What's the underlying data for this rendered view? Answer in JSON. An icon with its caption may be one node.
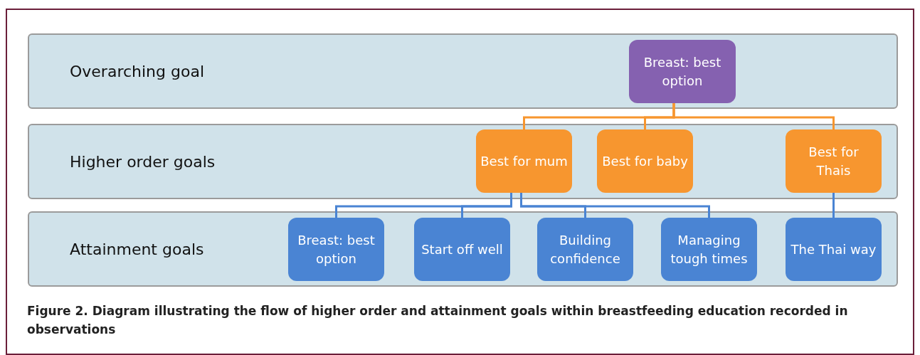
{
  "diagram": {
    "caption": "Figure 2. Diagram illustrating the flow of higher order and attainment goals within breastfeeding education recorded in observations",
    "nodes": [
      {
        "text": [
          "Overarching goal"
        ]
      },
      {
        "text": [
          "Breast: best option"
        ],
        "in": 0
      },
      {
        "text": [
          "Higher order goals"
        ]
      },
      {
        "text": [
          "Best for mum"
        ],
        "in": 2
      },
      {
        "text": [
          "Best for baby"
        ],
        "in": 2
      },
      {
        "text": [
          "Best for Thais"
        ],
        "in": 2
      },
      {
        "text": [
          "Attainment goals"
        ]
      },
      {
        "text": [
          "Breast: best option"
        ],
        "in": 6
      },
      {
        "text": [
          "Start off well"
        ],
        "in": 6
      },
      {
        "text": [
          "Building confidence"
        ],
        "in": 6
      },
      {
        "text": [
          "Managing tough times"
        ],
        "in": 6
      },
      {
        "text": [
          "The Thai way"
        ],
        "in": 6
      }
    ],
    "edges": [
      {
        "from": 1,
        "to": 3,
        "arrow": "none",
        "color": "#f7962f"
      },
      {
        "from": 1,
        "to": 4,
        "arrow": "none",
        "color": "#f7962f"
      },
      {
        "from": 1,
        "to": 5,
        "arrow": "none",
        "color": "#f7962f"
      },
      {
        "from": 3,
        "to": 7,
        "arrow": "none"
      },
      {
        "from": 3,
        "to": 8,
        "arrow": "none"
      },
      {
        "from": 3,
        "to": 9,
        "arrow": "none"
      },
      {
        "from": 3,
        "to": 10,
        "arrow": "none"
      },
      {
        "from": 5,
        "to": 11,
        "arrow": "none"
      }
    ]
  }
}
